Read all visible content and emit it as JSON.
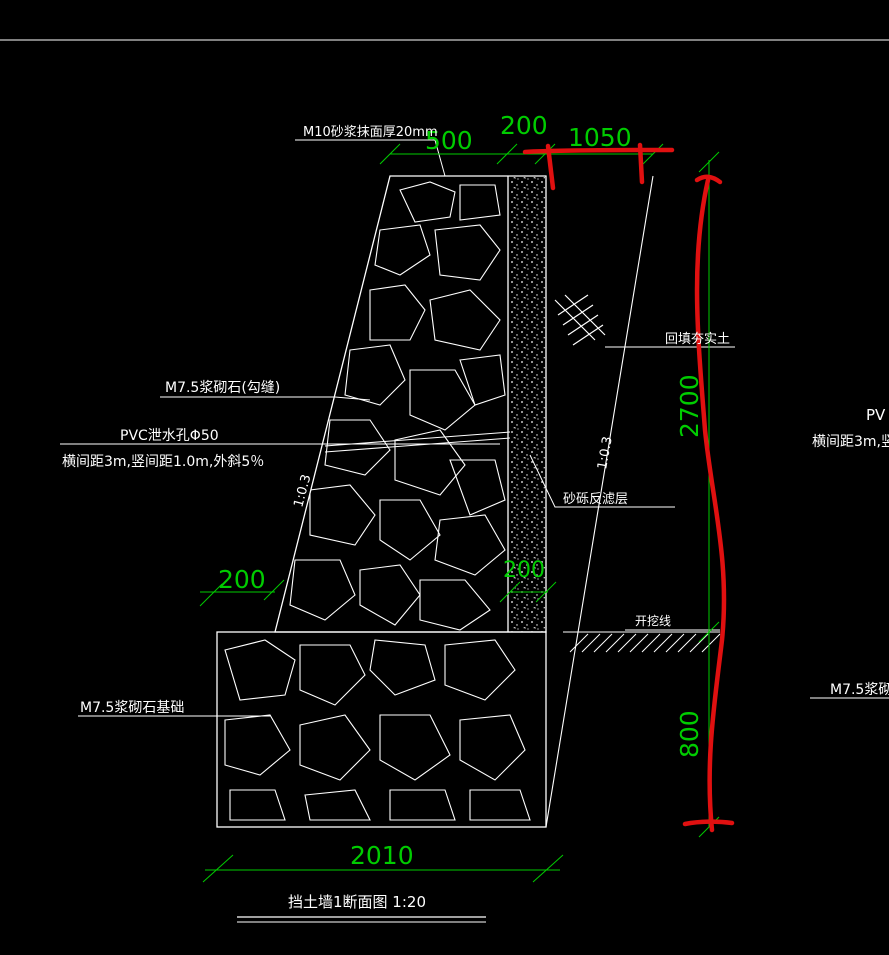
{
  "drawing": {
    "title": "挡土墙1断面图  1:20",
    "colors": {
      "background": "#000000",
      "linework": "#ffffff",
      "dimension": "#00cc00",
      "markup": "#e01010"
    },
    "labels": {
      "plaster": "M10砂浆抹面厚20mm",
      "masonry": "M7.5浆砌石(勾缝)",
      "pvc_drain": "PVC泄水孔Φ50",
      "pvc_spacing": "横间距3m,竖间距1.0m,外斜5％",
      "backfill": "回填夯实土",
      "filter": "砂砾反滤层",
      "excavation": "开挖线",
      "foundation": "M7.5浆砌石基础",
      "slope_left": "1:0.3",
      "slope_right": "1:0.3",
      "side_pvc": "PV",
      "side_spacing": "横间距3m,竖",
      "side_foundation": "M7.5浆砌"
    },
    "dimensions": {
      "top_width": "500",
      "filter_top": "200",
      "backfill_top": "1050",
      "height": "2700",
      "foundation_height": "800",
      "toe": "200",
      "filter_bottom": "200",
      "base_width": "2010"
    }
  }
}
